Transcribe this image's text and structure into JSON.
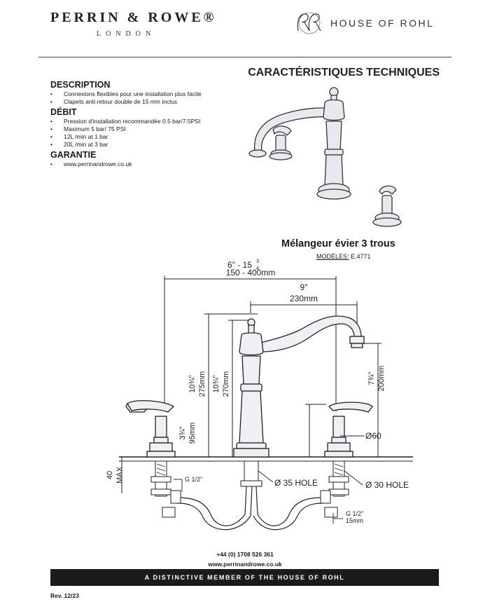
{
  "header": {
    "brand_name": "PERRIN & ROWE®",
    "brand_sub": "LONDON",
    "partner": "HOUSE OF ROHL"
  },
  "spec_title": "CARACTÉRISTIQUES TECHNIQUES",
  "sections": {
    "description": {
      "heading": "DESCRIPTION",
      "items": [
        "Connexions flexibles pour une installation plus facile",
        "Clapets anti-retour double de 15 mm inclus"
      ]
    },
    "debit": {
      "heading": "DÉBIT",
      "items": [
        "Pression d'installation recommandée 0.5 bar/7.5PSI",
        "Maximum 5 bar/ 75 PSI",
        "12L /min at 1 bar",
        "20L /min at 3 bar"
      ]
    },
    "garantie": {
      "heading": "GARANTIE",
      "items": [
        "www.perrinandrowe.co.uk"
      ]
    }
  },
  "product": {
    "title": "Mélangeur évier 3 trous",
    "models_label": "MODÈLES:",
    "models_value": "E.4771"
  },
  "dimensions": {
    "span_in": "6\" - 15",
    "span_frac_num": "3",
    "span_frac_den": "4",
    "span_mm": "150 - 400mm",
    "reach_in": "9\"",
    "reach_mm": "230mm",
    "height_total_in": "10¾\"",
    "height_total_mm": "275mm",
    "height_spout_in": "10¾\"",
    "height_spout_mm": "270mm",
    "outlet_in": "7¾\"",
    "outlet_mm": "200mm",
    "handle_in": "3¾\"",
    "handle_mm": "95mm",
    "base_dia": "Ø60",
    "hole_center": "Ø 35 HOLE",
    "hole_side": "Ø 30 HOLE",
    "thread_left": "G 1/2\"",
    "thread_right": "G 1/2\"",
    "thread_right_mm": "15mm",
    "deck_max_a": "40",
    "deck_max_b": "MAX"
  },
  "contact": {
    "phone": "+44 (0) 1708 526 361",
    "web": "www.perrinandrowe.co.uk"
  },
  "footer": {
    "band": "A DISTINCTIVE MEMBER OF THE HOUSE OF ROHL",
    "rev": "Rev. 12/23"
  }
}
